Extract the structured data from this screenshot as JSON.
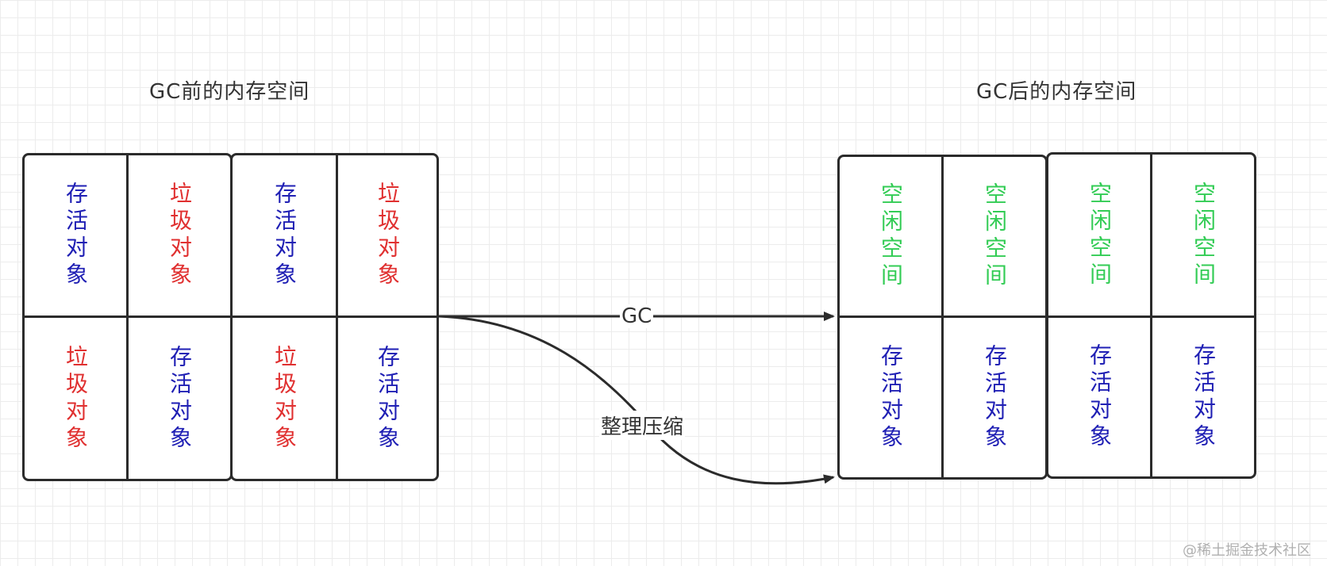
{
  "titles": {
    "before": "GC前的内存空间",
    "after": "GC后的内存空间"
  },
  "before_blocks": [
    {
      "top": {
        "text": "存活对象",
        "kind": "live"
      },
      "bottom": {
        "text": "垃圾对象",
        "kind": "garbage"
      }
    },
    {
      "top": {
        "text": "垃圾对象",
        "kind": "garbage"
      },
      "bottom": {
        "text": "存活对象",
        "kind": "live"
      }
    },
    {
      "top": {
        "text": "存活对象",
        "kind": "live"
      },
      "bottom": {
        "text": "垃圾对象",
        "kind": "garbage"
      }
    },
    {
      "top": {
        "text": "垃圾对象",
        "kind": "garbage"
      },
      "bottom": {
        "text": "存活对象",
        "kind": "live"
      }
    }
  ],
  "after_blocks": [
    {
      "top": {
        "text": "空闲空间",
        "kind": "free"
      },
      "bottom": {
        "text": "存活对象",
        "kind": "live"
      }
    },
    {
      "top": {
        "text": "空闲空间",
        "kind": "free"
      },
      "bottom": {
        "text": "存活对象",
        "kind": "live"
      }
    },
    {
      "top": {
        "text": "空闲空间",
        "kind": "free"
      },
      "bottom": {
        "text": "存活对象",
        "kind": "live"
      }
    },
    {
      "top": {
        "text": "空闲空间",
        "kind": "free"
      },
      "bottom": {
        "text": "存活对象",
        "kind": "live"
      }
    }
  ],
  "arrows": {
    "gc_label": "GC",
    "compact_label": "整理压缩"
  },
  "colors": {
    "live": "#1f1fb4",
    "garbage": "#e03030",
    "free": "#33cc55",
    "border": "#2b2b2b"
  },
  "watermark": "@稀土掘金技术社区"
}
